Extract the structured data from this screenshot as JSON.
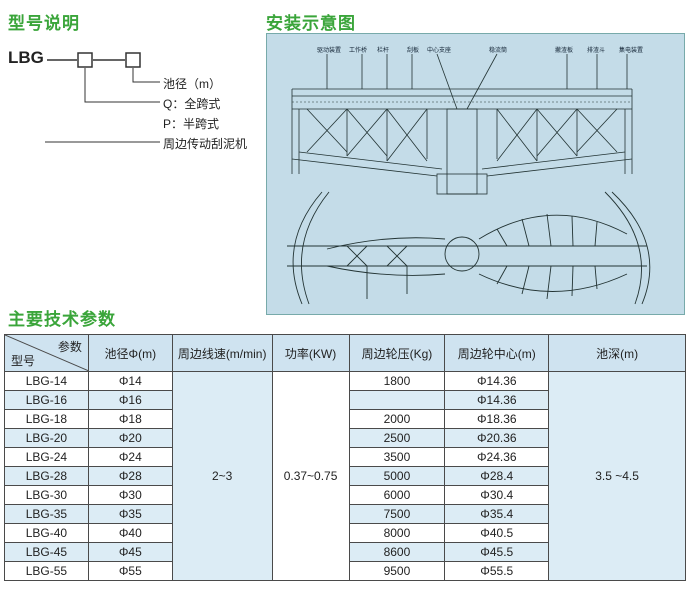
{
  "sections": {
    "model_title": "型号说明",
    "diagram_title": "安装示意图",
    "params_title": "主要技术参数"
  },
  "model": {
    "code": "LBG",
    "legend": [
      "池径（m）",
      "Q：全跨式",
      "P：半跨式",
      "周边传动刮泥机"
    ]
  },
  "diagram": {
    "labels": [
      "驱动装置",
      "工作桥",
      "栏杆",
      "刮板",
      "中心支座",
      "稳流筒",
      "撇渣板",
      "排渣斗",
      "集电装置"
    ]
  },
  "table": {
    "corner_top": "参数",
    "corner_bottom": "型号",
    "headers": [
      "池径Φ(m)",
      "周边线速(m/min)",
      "功率(KW)",
      "周边轮压(Kg)",
      "周边轮中心(m)",
      "池深(m)"
    ],
    "rows": [
      {
        "model": "LBG-14",
        "diameter": "Φ14",
        "pressure": "1800",
        "center": "Φ14.36"
      },
      {
        "model": "LBG-16",
        "diameter": "Φ16",
        "pressure": "",
        "center": "Φ14.36"
      },
      {
        "model": "LBG-18",
        "diameter": "Φ18",
        "pressure": "2000",
        "center": "Φ18.36"
      },
      {
        "model": "LBG-20",
        "diameter": "Φ20",
        "pressure": "2500",
        "center": "Φ20.36"
      },
      {
        "model": "LBG-24",
        "diameter": "Φ24",
        "pressure": "3500",
        "center": "Φ24.36"
      },
      {
        "model": "LBG-28",
        "diameter": "Φ28",
        "pressure": "5000",
        "center": "Φ28.4"
      },
      {
        "model": "LBG-30",
        "diameter": "Φ30",
        "pressure": "6000",
        "center": "Φ30.4"
      },
      {
        "model": "LBG-35",
        "diameter": "Φ35",
        "pressure": "7500",
        "center": "Φ35.4"
      },
      {
        "model": "LBG-40",
        "diameter": "Φ40",
        "pressure": "8000",
        "center": "Φ40.5"
      },
      {
        "model": "LBG-45",
        "diameter": "Φ45",
        "pressure": "8600",
        "center": "Φ45.5"
      },
      {
        "model": "LBG-55",
        "diameter": "Φ55",
        "pressure": "9500",
        "center": "Φ55.5"
      }
    ],
    "speed": "2~3",
    "power": "0.37~0.75",
    "depth": "3.5 ~4.5"
  }
}
